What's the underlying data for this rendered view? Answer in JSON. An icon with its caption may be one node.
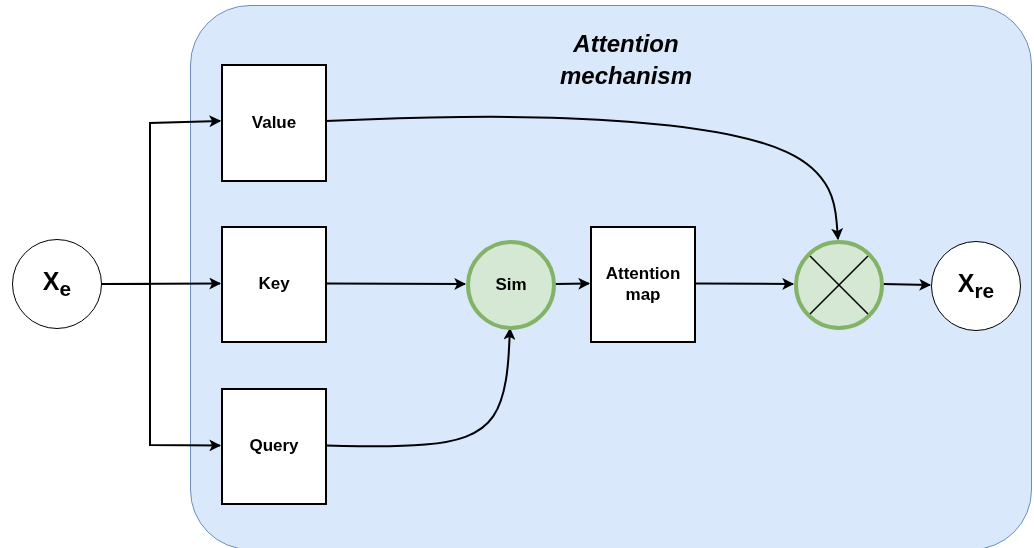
{
  "diagram": {
    "nodes": [
      {
        "text": [
          "Attention mechanism"
        ]
      },
      {
        "text": [
          "X$_{e}$"
        ]
      },
      {
        "text": [
          "Value"
        ],
        "in": 0
      },
      {
        "text": [
          "Key"
        ],
        "in": 0
      },
      {
        "text": [
          "Query"
        ],
        "in": 0
      },
      {
        "text": [
          "Sim"
        ],
        "in": 0
      },
      {
        "text": [
          "Attention map"
        ],
        "in": 0
      },
      {
        "text": [],
        "shape": "circle",
        "in": 0
      },
      {
        "text": [
          "X$_{re}$"
        ],
        "in": 0
      }
    ],
    "edges": [
      {
        "from": 1,
        "to": 2,
        "arrow": "to"
      },
      {
        "from": 1,
        "to": 3,
        "arrow": "to"
      },
      {
        "from": 1,
        "to": 4,
        "arrow": "to"
      },
      {
        "from": 3,
        "to": 5,
        "arrow": "to"
      },
      {
        "from": 4,
        "to": 5,
        "arrow": "to"
      },
      {
        "from": 5,
        "to": 6,
        "arrow": "to"
      },
      {
        "from": 2,
        "to": 7,
        "arrow": "to"
      },
      {
        "from": 6,
        "to": 7,
        "arrow": "to"
      },
      {
        "from": 7,
        "to": 8,
        "arrow": "to"
      }
    ]
  }
}
